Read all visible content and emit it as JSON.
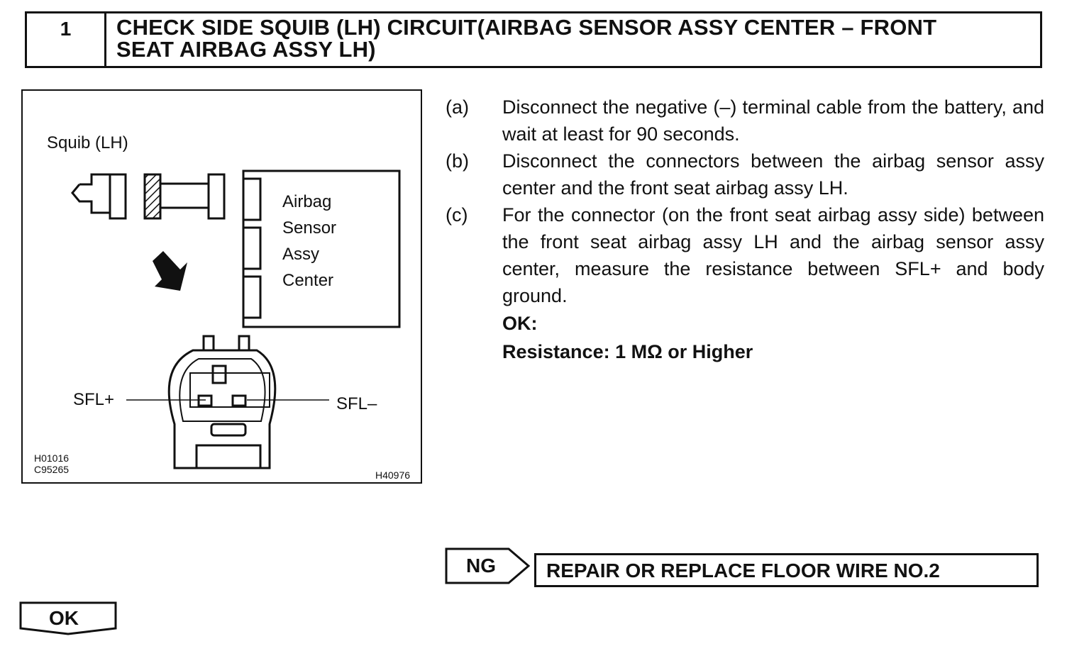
{
  "header": {
    "step_number": "1",
    "title_line1": "CHECK SIDE SQUIB (LH) CIRCUIT(AIRBAG SENSOR ASSY CENTER – FRONT",
    "title_line2": "SEAT AIRBAG ASSY LH)"
  },
  "figure": {
    "squib_label": "Squib (LH)",
    "sensor_label_lines": [
      "Airbag",
      "Sensor",
      "Assy",
      "Center"
    ],
    "terminal_plus": "SFL+",
    "terminal_minus": "SFL–",
    "codes_left": [
      "H01016",
      "C95265"
    ],
    "code_right": "H40976"
  },
  "instructions": [
    {
      "letter": "(a)",
      "text": "Disconnect the negative (–) terminal cable from the battery, and wait at least for 90 seconds."
    },
    {
      "letter": "(b)",
      "text": "Disconnect the connectors between the airbag sensor assy center and the front seat airbag assy LH."
    },
    {
      "letter": "(c)",
      "text": "For the connector (on the front seat airbag assy side) between the front seat airbag assy LH and the airbag sensor assy center, measure the resistance between SFL+ and body ground."
    }
  ],
  "spec": {
    "ok_label": "OK:",
    "value": "Resistance: 1 MΩ or Higher"
  },
  "ng_branch": {
    "tag": "NG",
    "action": "REPAIR OR REPLACE FLOOR WIRE NO.2"
  },
  "ok_branch": {
    "tag": "OK"
  }
}
